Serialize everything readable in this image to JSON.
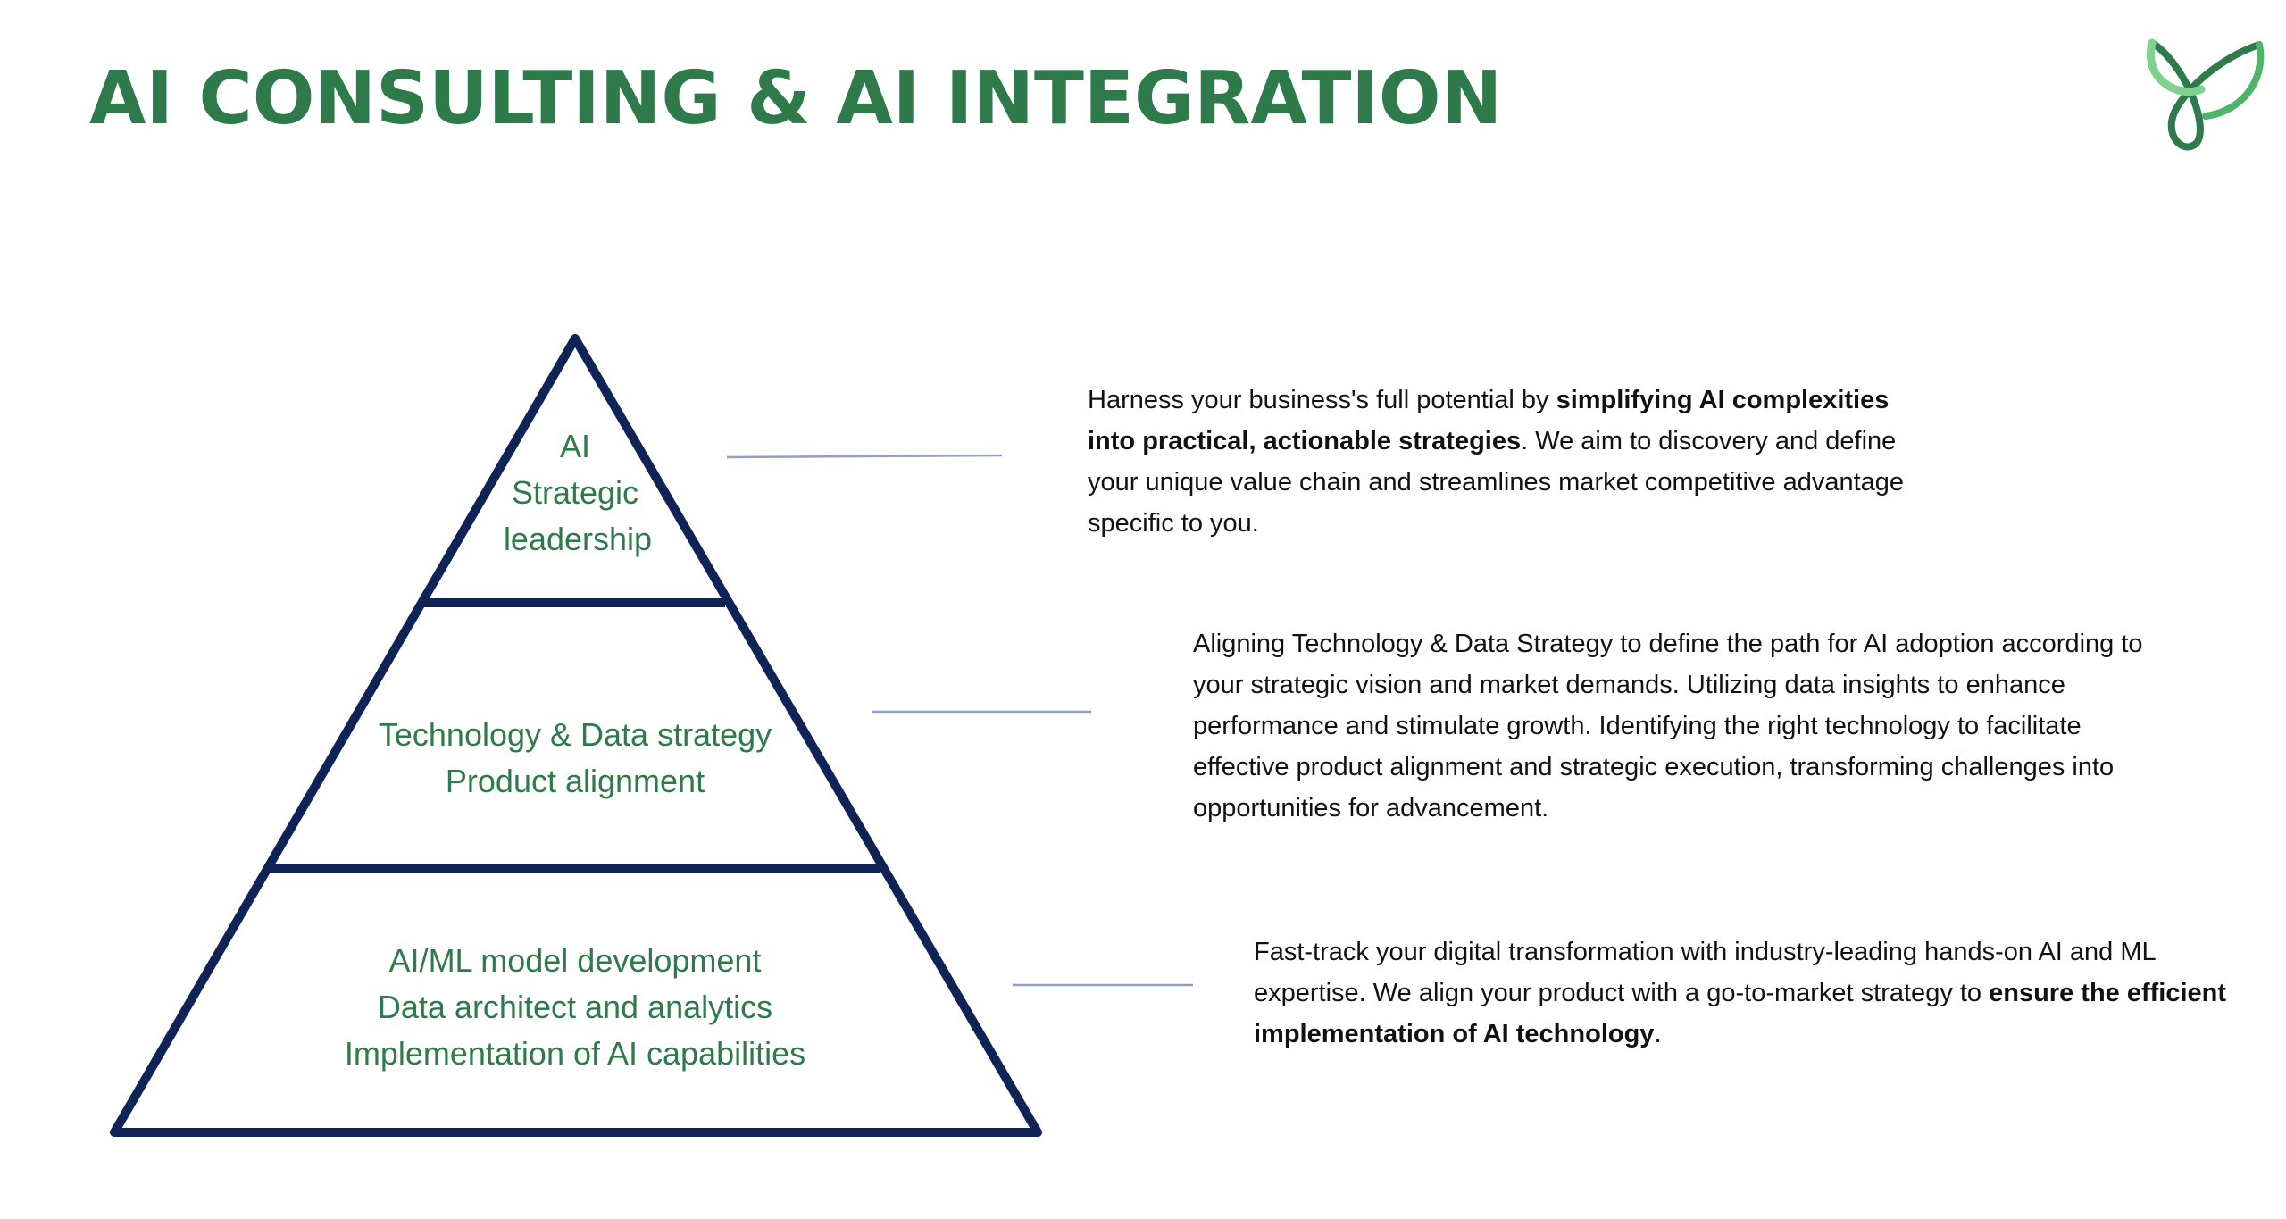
{
  "title": "AI CONSULTING & AI INTEGRATION",
  "colors": {
    "brand_green": "#2e7a4a",
    "pyramid_outline": "#0f2357",
    "connector_line": "#8fa0c4",
    "body_text": "#111111"
  },
  "logo": {
    "icon": "leaf-loop-logo-icon"
  },
  "pyramid": {
    "tiers": [
      {
        "lines": [
          "AI",
          "Strategic",
          "leadership"
        ]
      },
      {
        "lines": [
          "Technology & Data strategy",
          "Product alignment"
        ]
      },
      {
        "lines": [
          "AI/ML model development",
          "Data architect and analytics",
          "Implementation of AI capabilities"
        ]
      }
    ]
  },
  "descriptions": [
    {
      "segments": [
        {
          "text": "Harness your business's full potential by ",
          "bold": false
        },
        {
          "text": "simplifying AI complexities into practical, actionable strategies",
          "bold": true
        },
        {
          "text": ". We aim to discovery and define your unique value chain and streamlines market competitive advantage specific to you.",
          "bold": false
        }
      ]
    },
    {
      "segments": [
        {
          "text": "Aligning Technology & Data Strategy to define the path for AI adoption according to your strategic vision and market demands. Utilizing data insights to enhance performance and stimulate growth. Identifying the right technology to facilitate effective product alignment and strategic execution, transforming challenges into opportunities for advancement.",
          "bold": false
        }
      ]
    },
    {
      "segments": [
        {
          "text": "Fast-track your digital transformation with industry-leading hands-on AI and ML expertise. We align your product with a go-to-market strategy to ",
          "bold": false
        },
        {
          "text": "ensure the efficient implementation of AI technology",
          "bold": true
        },
        {
          "text": ".",
          "bold": false
        }
      ]
    }
  ]
}
